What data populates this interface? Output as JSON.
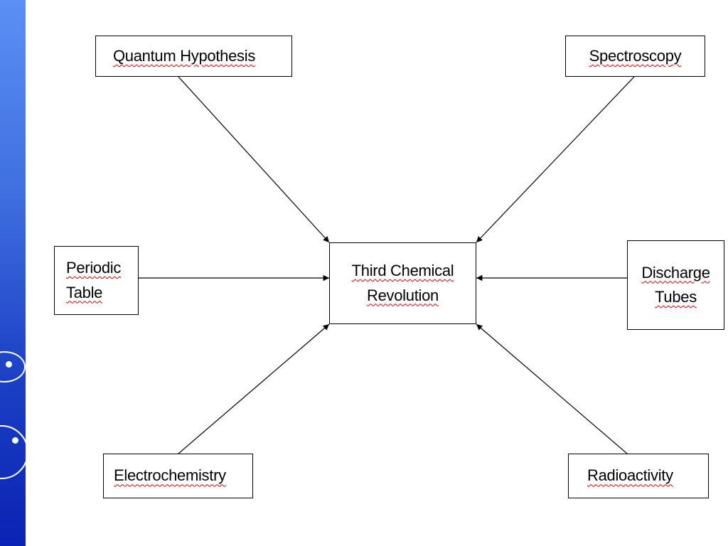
{
  "diagram": {
    "center": {
      "lines": [
        "Third Chemical",
        "Revolution"
      ]
    },
    "nodes": {
      "quantum_hypothesis": {
        "lines": [
          "Quantum Hypothesis"
        ]
      },
      "spectroscopy": {
        "lines": [
          "Spectroscopy"
        ]
      },
      "periodic_table": {
        "lines": [
          "Periodic",
          "Table"
        ]
      },
      "discharge_tubes": {
        "lines": [
          "Discharge",
          "Tubes"
        ]
      },
      "electrochemistry": {
        "lines": [
          "Electrochemistry"
        ]
      },
      "radioactivity": {
        "lines": [
          "Radioactivity"
        ]
      }
    },
    "edges": [
      {
        "from": "Quantum Hypothesis",
        "to": "Third Chemical Revolution"
      },
      {
        "from": "Spectroscopy",
        "to": "Third Chemical Revolution"
      },
      {
        "from": "Periodic Table",
        "to": "Third Chemical Revolution"
      },
      {
        "from": "Discharge Tubes",
        "to": "Third Chemical Revolution"
      },
      {
        "from": "Electrochemistry",
        "to": "Third Chemical Revolution"
      },
      {
        "from": "Radioactivity",
        "to": "Third Chemical Revolution"
      }
    ]
  },
  "theme": {
    "sidebar_top_color": "#5c8ff5",
    "sidebar_bottom_color": "#0a23b3",
    "line_color": "#000000",
    "spellcheck_underline_color": "#d40000"
  }
}
